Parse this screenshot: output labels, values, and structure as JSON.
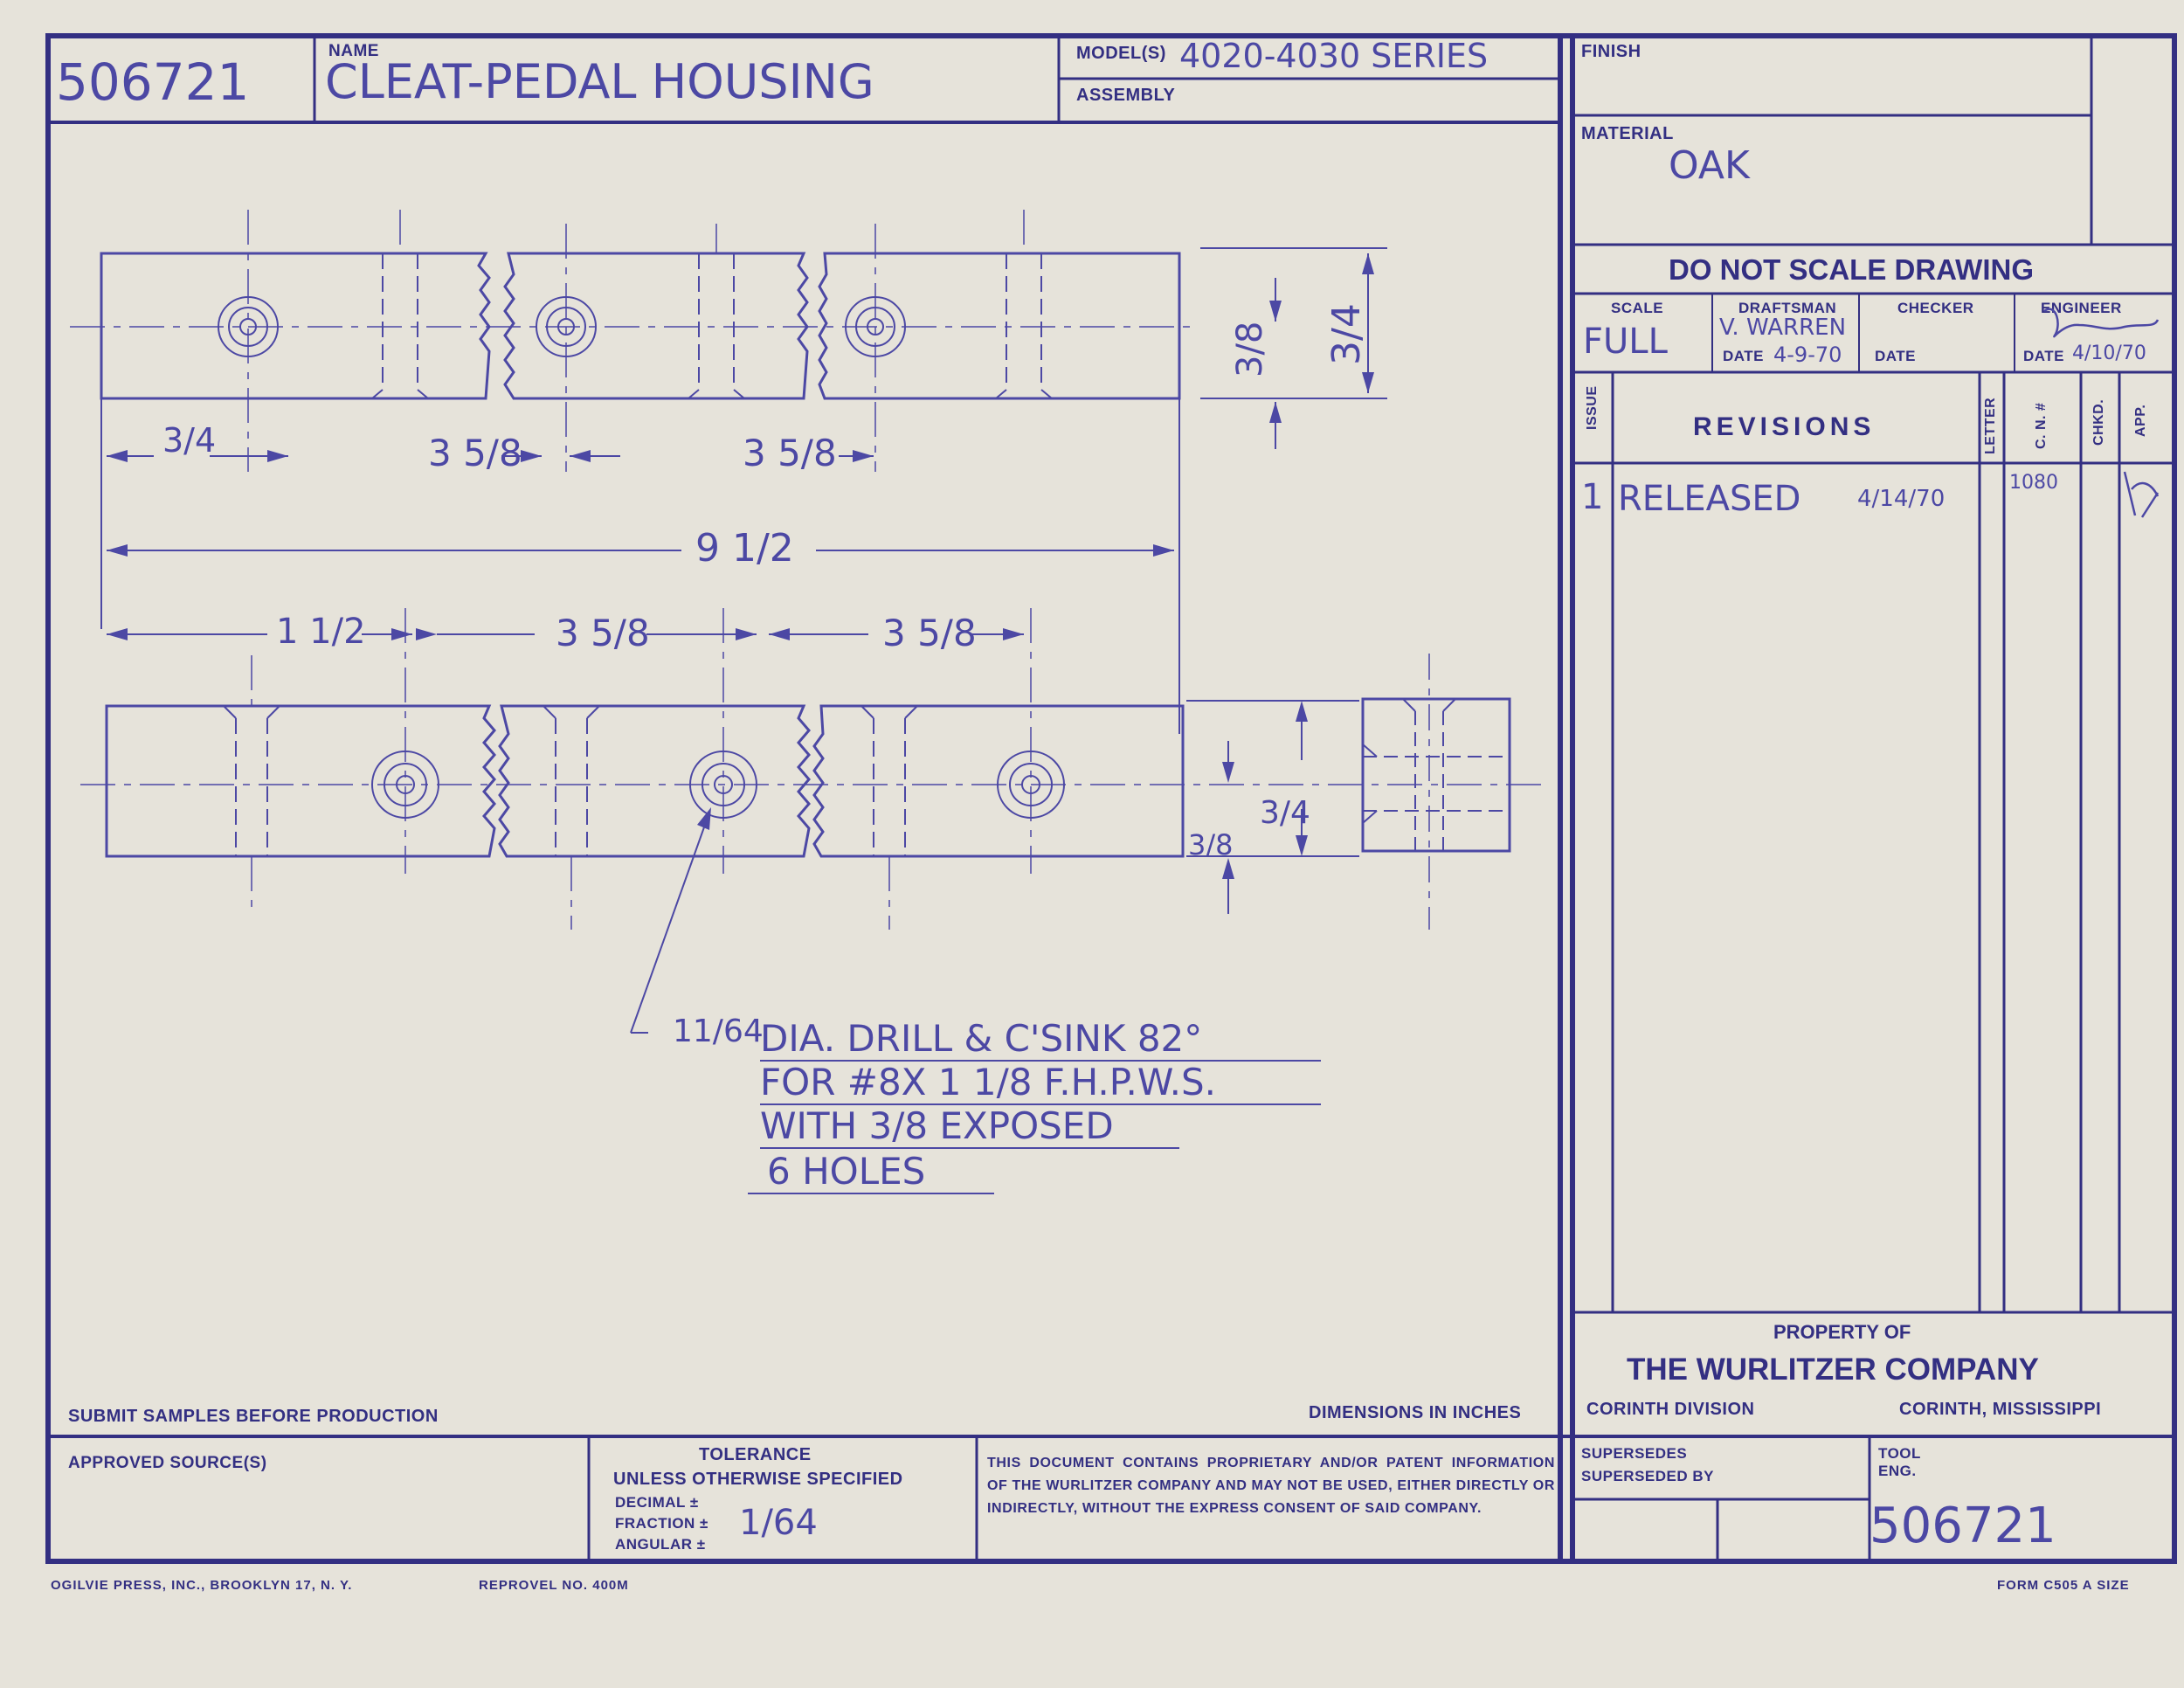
{
  "title_block": {
    "part_number": "506721",
    "name_label": "NAME",
    "name": "CLEAT-PEDAL HOUSING",
    "models_label": "MODEL(S)",
    "models": "4020-4030 SERIES",
    "assembly_label": "ASSEMBLY",
    "finish_label": "FINISH",
    "material_label": "MATERIAL",
    "material": "OAK",
    "do_not_scale": "DO NOT SCALE DRAWING",
    "scale_label": "SCALE",
    "scale": "FULL",
    "draftsman_label": "DRAFTSMAN",
    "draftsman": "V. WARREN",
    "checker_label": "CHECKER",
    "engineer_label": "ENGINEER",
    "date_label": "DATE",
    "draft_date": "4-9-70",
    "engineer_date": "4/10/70"
  },
  "revisions": {
    "issue_label": "ISSUE",
    "title": "REVISIONS",
    "letter_label": "LETTER",
    "cn_label": "C. N. #",
    "chkd_label": "CHKD.",
    "app_label": "APP.",
    "rows": [
      {
        "issue": "1",
        "text": "RELEASED",
        "date": "4/14/70",
        "cn": "1080"
      }
    ]
  },
  "property": {
    "label": "PROPERTY OF",
    "company": "THE WURLITZER COMPANY",
    "division": "CORINTH DIVISION",
    "location": "CORINTH, MISSISSIPPI"
  },
  "footer": {
    "submit": "SUBMIT SAMPLES BEFORE PRODUCTION",
    "dimensions": "DIMENSIONS IN INCHES",
    "approved_sources": "APPROVED SOURCE(S)",
    "tolerance_label": "TOLERANCE",
    "unless": "UNLESS OTHERWISE SPECIFIED",
    "decimal": "DECIMAL ±",
    "fraction": "FRACTION ±",
    "angular": "ANGULAR ±",
    "fraction_value": "1/64",
    "legal": "THIS DOCUMENT CONTAINS PROPRIETARY AND/OR PATENT INFORMATION OF THE WURLITZER COMPANY AND MAY NOT BE USED, EITHER DIRECTLY OR INDIRECTLY, WITHOUT THE EXPRESS CONSENT OF SAID COMPANY.",
    "supersedes": "SUPERSEDES",
    "superseded_by": "SUPERSEDED BY",
    "tool_label": "TOOL",
    "eng_label": "ENG.",
    "tool_number": "506721",
    "printer": "OGILVIE PRESS, INC., BROOKLYN 17, N. Y.",
    "reprovel": "REPROVEL NO. 400M",
    "form": "FORM C505 A SIZE"
  },
  "dimensions": {
    "d_3_4": "3/4",
    "d_3_5_8": "3 5/8",
    "d_9_1_2": "9 1/2",
    "d_1_1_2": "1 1/2",
    "d_3_8": "3/8"
  },
  "note": {
    "drill_fraction": "11/64",
    "line1": "DIA. DRILL & C'SINK 82°",
    "line2": "FOR #8X 1 1/8 F.H.P.W.S.",
    "line3": "WITH 3/8 EXPOSED",
    "line4": "6 HOLES"
  }
}
